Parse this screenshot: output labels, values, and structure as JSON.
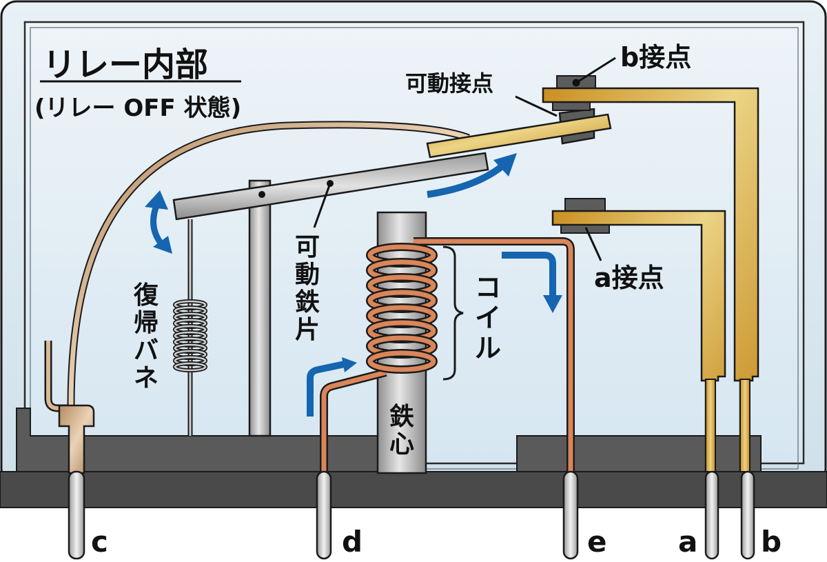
{
  "title": {
    "main": "リレー内部",
    "sub": "(リレー OFF 状態)"
  },
  "labels": {
    "b_contact": "b接点",
    "movable_contact": "可動接点",
    "a_contact": "a接点",
    "movable_armature": [
      "可",
      "動",
      "鉄",
      "片"
    ],
    "return_spring": [
      "復",
      "帰",
      "バ",
      "ネ"
    ],
    "coil": [
      "コ",
      "イ",
      "ル"
    ],
    "iron_core": [
      "鉄",
      "心"
    ]
  },
  "terminals": [
    "c",
    "d",
    "e",
    "a",
    "b"
  ],
  "colors": {
    "background": "#dbe9f3",
    "frame": "#c9dbe6",
    "base": "#5a5a5a",
    "base_dark": "#4a4a4a",
    "gold": "#d9a63a",
    "copper": "#c8774a",
    "steel": "#b9b9b9",
    "arrow": "#1565b0",
    "outline": "#1a1a1a",
    "pin": "#d4d4d4",
    "bronze": "#c9a27a"
  }
}
